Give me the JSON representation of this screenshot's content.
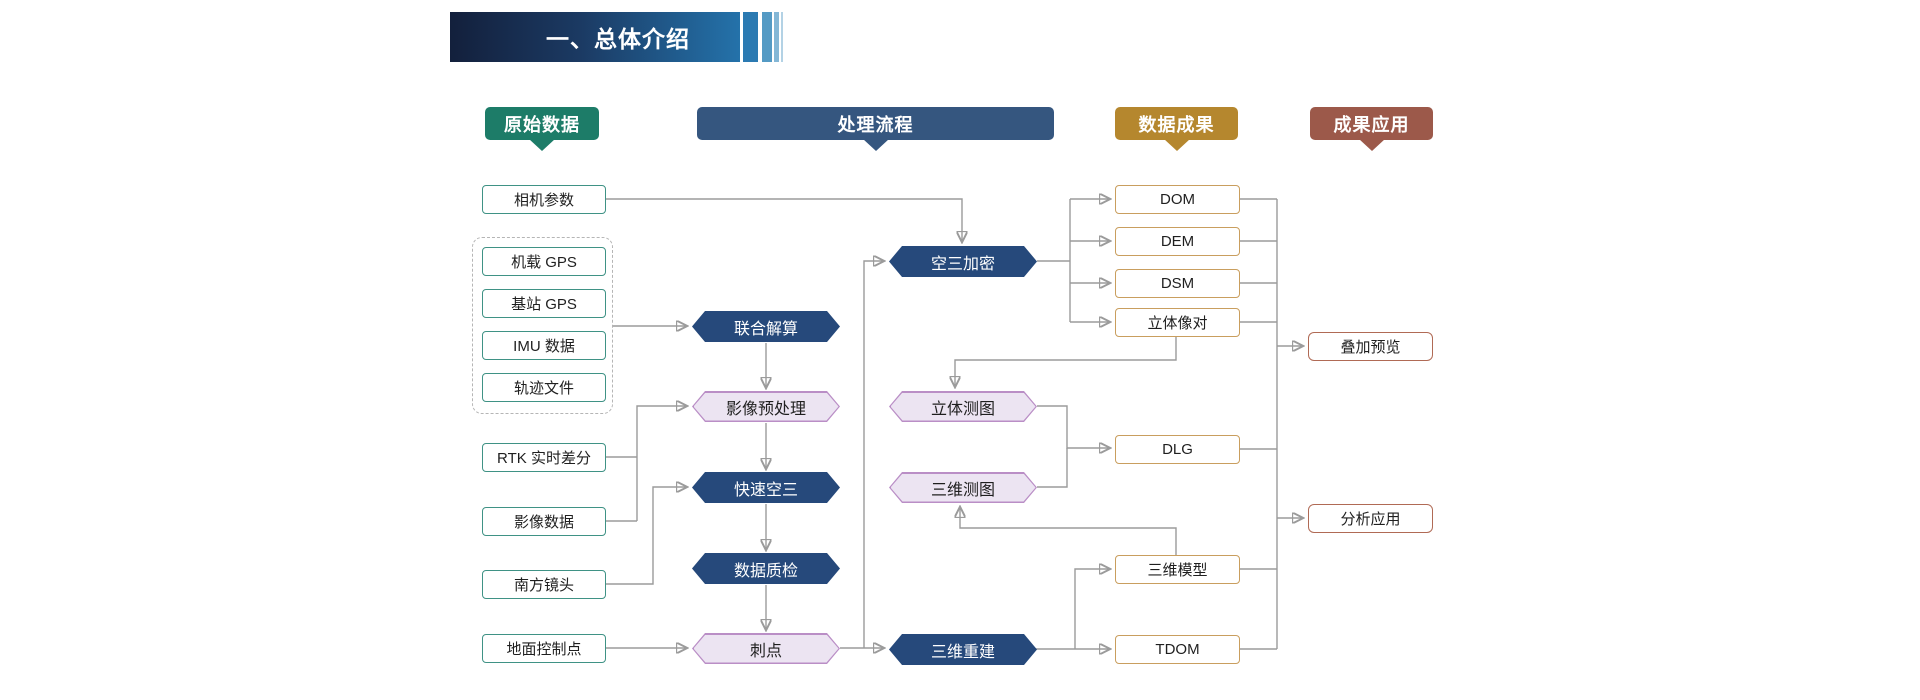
{
  "banner": {
    "title": "一、总体介绍"
  },
  "columns": {
    "raw": {
      "label": "原始数据",
      "color": "#1d7c68"
    },
    "process": {
      "label": "处理流程",
      "color": "#35567f"
    },
    "results": {
      "label": "数据成果",
      "color": "#b5872e"
    },
    "apps": {
      "label": "成果应用",
      "color": "#9c594a"
    }
  },
  "raw_data": {
    "camera": "相机参数",
    "gps_group": [
      "机载 GPS",
      "基站 GPS",
      "IMU 数据",
      "轨迹文件"
    ],
    "rtk": "RTK 实时差分",
    "imagery": "影像数据",
    "lens": "南方镜头",
    "gcp": "地面控制点"
  },
  "process": {
    "joint_solution": "联合解算",
    "preprocess": "影像预处理",
    "quick_at": "快速空三",
    "qc": "数据质检",
    "prick": "刺点",
    "at_densify": "空三加密",
    "stereo_mapping": "立体测图",
    "mapping_3d": "三维测图",
    "recon_3d": "三维重建"
  },
  "results": {
    "dom": "DOM",
    "dem": "DEM",
    "dsm": "DSM",
    "stereo_pair": "立体像对",
    "dlg": "DLG",
    "model_3d": "三维模型",
    "tdom": "TDOM"
  },
  "applications": {
    "overlay": "叠加预览",
    "analysis": "分析应用"
  },
  "colors": {
    "banner_gradient_start": "#13203c",
    "banner_gradient_end": "#2472aa",
    "stripes": [
      "#2b7ab2",
      "#549ac4",
      "#84b7d6",
      "#b3d2e5"
    ],
    "navy_hexagon": "#26497b",
    "process_bar": "#35567f",
    "green_badge": "#1d7c68",
    "gold_badge": "#b5872e",
    "brick_badge": "#9c594a",
    "teal_box_border": "#3f9285",
    "gold_box_border": "#c99e5e",
    "brick_box_border": "#b06a55",
    "lavender_fill": "#ece4f2",
    "lavender_border": "#ba8ec6",
    "connector": "#9b9b9b"
  }
}
